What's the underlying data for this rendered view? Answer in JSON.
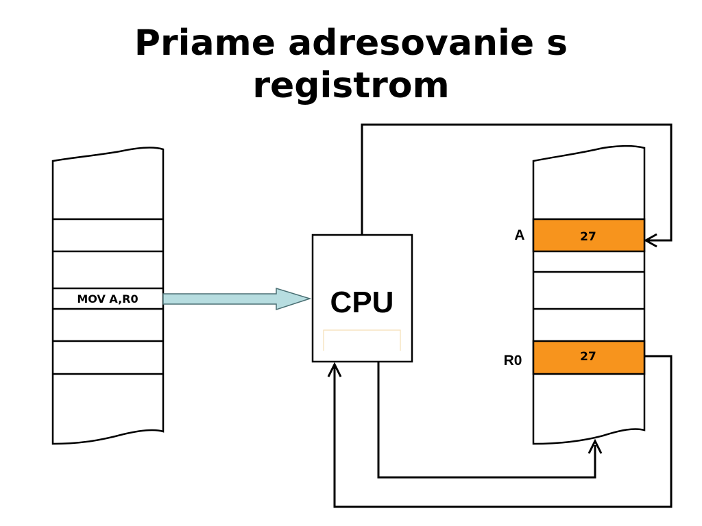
{
  "title": {
    "line1": "Priame adresovanie s",
    "line2": "registrom"
  },
  "program_memory": {
    "instruction": "MOV A,R0"
  },
  "cpu": {
    "label": "CPU"
  },
  "data_memory": {
    "register_a": {
      "name": "A",
      "value": "27"
    },
    "register_r0": {
      "name": "R0",
      "value": "27"
    }
  },
  "colors": {
    "register_fill": "#F7941D",
    "instruction_arrow_fill": "#B7DDE0",
    "line": "#000000"
  }
}
